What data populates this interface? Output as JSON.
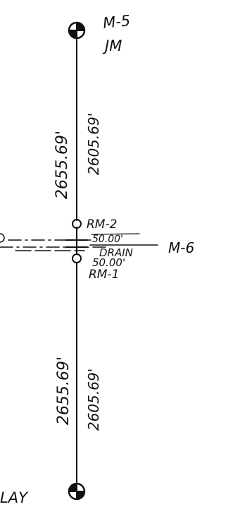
{
  "monuments": {
    "top": {
      "labels": [
        "M-5",
        "JM"
      ]
    },
    "ref_upper": {
      "label": "RM-2"
    },
    "ref_lower": {
      "label": "RM-1"
    },
    "drain_side": {
      "label": "M-6"
    },
    "bottom_partial": {
      "label": "LAY"
    }
  },
  "drain": {
    "label": "DRAIN",
    "offset_upper": "50.00'",
    "offset_lower": "50.00'"
  },
  "distances": {
    "upper_left": "2655.69'",
    "upper_right": "2605.69'",
    "lower_left": "2655.69'",
    "lower_right": "2605.69'"
  },
  "colors": {
    "ink": "#111111",
    "paper": "#ffffff"
  }
}
